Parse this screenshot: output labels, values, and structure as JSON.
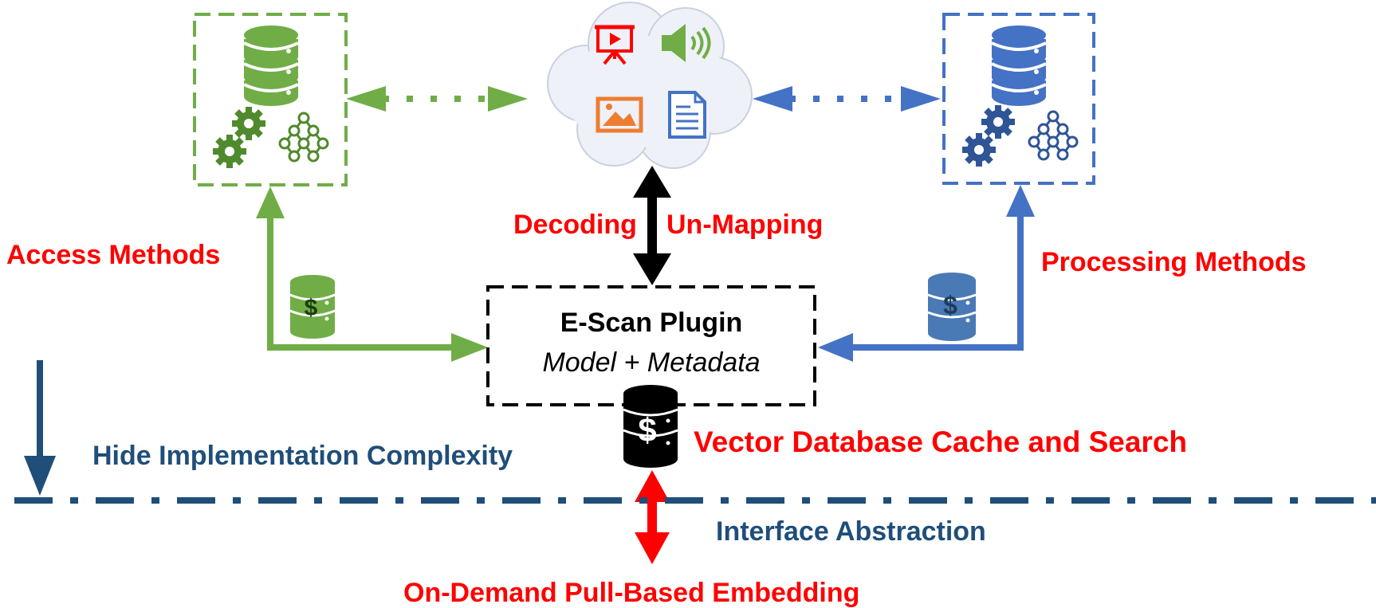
{
  "colors": {
    "green": "#70ad47",
    "dark_green": "#4f8a2c",
    "blue": "#4472c4",
    "navy": "#1f4e79",
    "red": "#ff0000",
    "black": "#000000"
  },
  "labels": {
    "access_methods": "Access Methods",
    "processing_methods": "Processing Methods",
    "decoding": "Decoding",
    "unmapping": "Un-Mapping",
    "plugin_title": "E-Scan Plugin",
    "plugin_subtitle": "Model + Metadata",
    "vector_db": "Vector Database Cache and Search",
    "hide_complexity": "Hide Implementation Complexity",
    "interface_abstraction": "Interface Abstraction",
    "on_demand": "On-Demand Pull-Based Embedding"
  },
  "icons": {
    "left_box": [
      "database-icon",
      "gears-icon",
      "network-icon"
    ],
    "right_box": [
      "database-icon",
      "gears-icon",
      "network-icon"
    ],
    "cloud": [
      "presentation-icon",
      "speaker-icon",
      "image-icon",
      "document-icon"
    ],
    "cost_db": "dollar-database-icon"
  }
}
